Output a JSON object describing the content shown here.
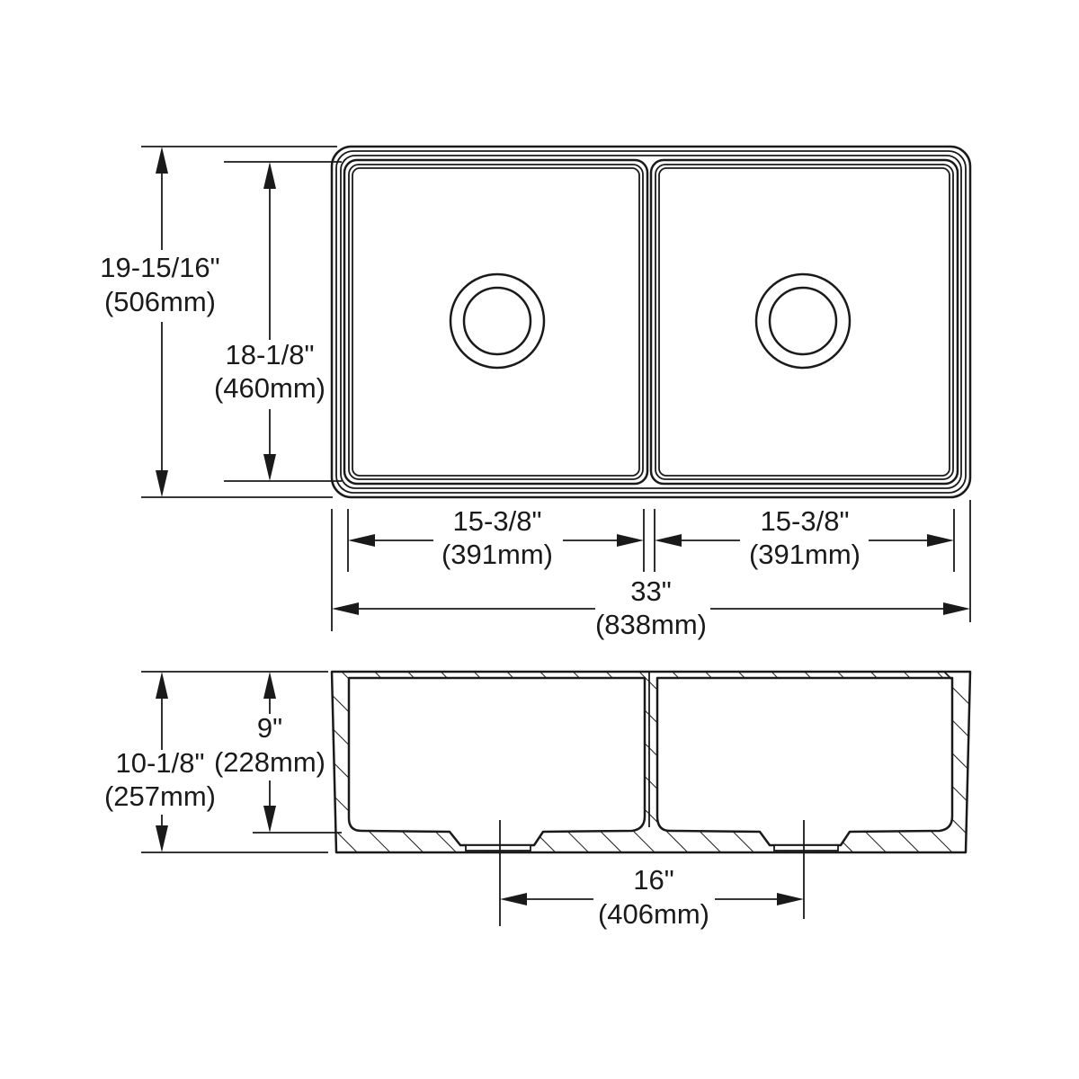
{
  "top_view": {
    "overall_depth": {
      "imperial": "19-15/16\"",
      "metric": "(506mm)"
    },
    "bowl_depth": {
      "imperial": "18-1/8\"",
      "metric": "(460mm)"
    },
    "left_bowl_width": {
      "imperial": "15-3/8\"",
      "metric": "(391mm)"
    },
    "right_bowl_width": {
      "imperial": "15-3/8\"",
      "metric": "(391mm)"
    },
    "overall_width": {
      "imperial": "33\"",
      "metric": "(838mm)"
    }
  },
  "section_view": {
    "overall_height": {
      "imperial": "10-1/8\"",
      "metric": "(257mm)"
    },
    "bowl_height": {
      "imperial": "9\"",
      "metric": "(228mm)"
    },
    "drain_spacing": {
      "imperial": "16\"",
      "metric": "(406mm)"
    }
  }
}
